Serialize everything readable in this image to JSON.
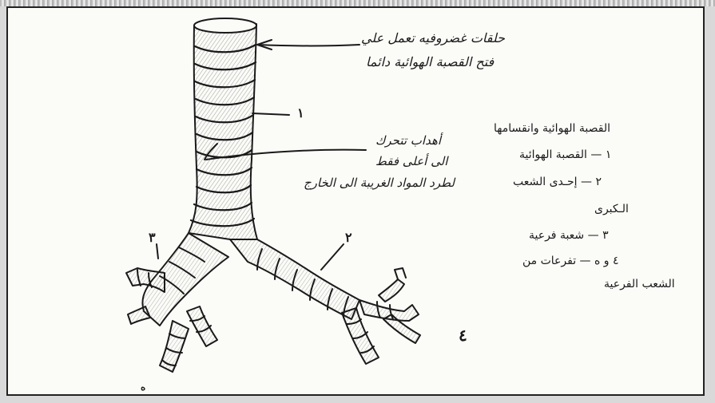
{
  "annotations": {
    "rings_line1": "حلقات غضروفيه تعمل علي",
    "rings_line2": "فتح القصبة الهوائية دائما",
    "cilia_line1": "أهداب تتحرك",
    "cilia_line2": "الى أعلى فقط",
    "cilia_line3": "لطرد المواد الغريبة الى الخارج"
  },
  "legend": {
    "title": "القصبة الهوائية وانقسامها",
    "item1": "١ — القصبة الهوائية",
    "item2a": "٢ — إحـدى الشعب",
    "item2b": "الـكبرى",
    "item3": "٣ — شعبة فرعية",
    "item4a": "٤ و ه — تفرعات من",
    "item4b": "الشعب الفرعية"
  },
  "numbers": {
    "n1": "١",
    "n2": "٢",
    "n3": "٣",
    "n4": "٤",
    "n5": "ه"
  },
  "colors": {
    "ink": "#1a1a1a",
    "paper": "#fbfbf8",
    "shade": "#8c8c8c"
  }
}
